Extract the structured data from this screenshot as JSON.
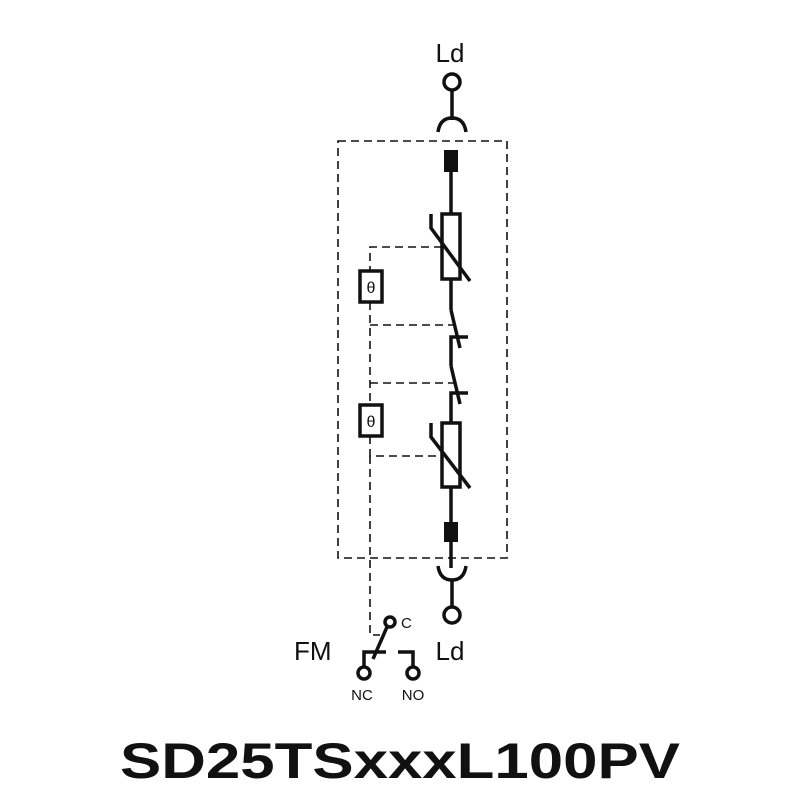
{
  "diagram": {
    "top_terminal_label": "Ld",
    "bottom_terminal_label": "Ld",
    "thermal_symbol": "θ",
    "fm_label": "FM",
    "contact_c": "C",
    "contact_nc": "NC",
    "contact_no": "NO",
    "title": "SD25TSxxxL100PV",
    "line_color": "#111111"
  }
}
